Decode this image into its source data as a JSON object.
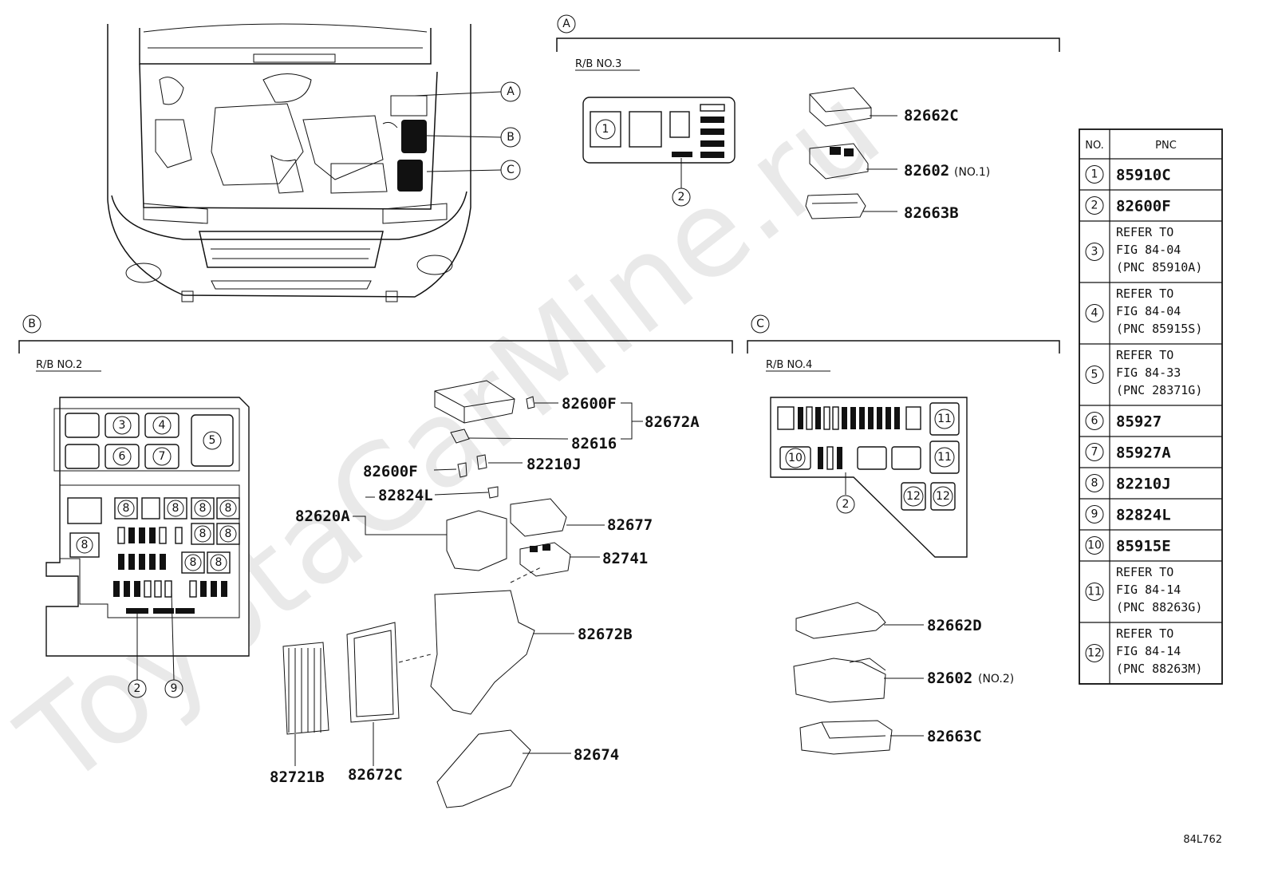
{
  "watermark": "ToyotaCarMine.ru",
  "figure_code": "84L762",
  "callouts": {
    "a": "A",
    "b": "B",
    "c": "C"
  },
  "sections": {
    "a": {
      "title": "R/B NO.3"
    },
    "b": {
      "title": "R/B NO.2"
    },
    "c": {
      "title": "R/B NO.4"
    }
  },
  "parts_a": {
    "p1": "82662C",
    "p2": "82602",
    "p2_note": "(NO.1)",
    "p3": "82663B"
  },
  "parts_b": {
    "p82600f_top": "82600F",
    "p82672a": "82672A",
    "p82616": "82616",
    "p82600f_mid": "82600F",
    "p82210j": "82210J",
    "p82824l": "82824L",
    "p82620a": "82620A",
    "p82677": "82677",
    "p82741": "82741",
    "p82672b": "82672B",
    "p82674": "82674",
    "p82721b": "82721B",
    "p82672c": "82672C"
  },
  "parts_c": {
    "p1": "82662D",
    "p2": "82602",
    "p2_note": "(NO.2)",
    "p3": "82663C"
  },
  "circle_nums": [
    "1",
    "2",
    "3",
    "4",
    "5",
    "6",
    "7",
    "8",
    "9",
    "10",
    "11",
    "12"
  ],
  "table": {
    "header_no": "NO.",
    "header_pnc": "PNC",
    "rows": [
      {
        "no": "1",
        "lines": [
          "85910C"
        ]
      },
      {
        "no": "2",
        "lines": [
          "82600F"
        ]
      },
      {
        "no": "3",
        "lines": [
          "REFER TO",
          "FIG 84-04",
          "(PNC 85910A)"
        ]
      },
      {
        "no": "4",
        "lines": [
          "REFER TO",
          "FIG 84-04",
          "(PNC 85915S)"
        ]
      },
      {
        "no": "5",
        "lines": [
          "REFER TO",
          "FIG 84-33",
          "(PNC 28371G)"
        ]
      },
      {
        "no": "6",
        "lines": [
          "85927"
        ]
      },
      {
        "no": "7",
        "lines": [
          "85927A"
        ]
      },
      {
        "no": "8",
        "lines": [
          "82210J"
        ]
      },
      {
        "no": "9",
        "lines": [
          "82824L"
        ]
      },
      {
        "no": "10",
        "lines": [
          "85915E"
        ]
      },
      {
        "no": "11",
        "lines": [
          "REFER TO",
          "FIG 84-14",
          "(PNC 88263G)"
        ]
      },
      {
        "no": "12",
        "lines": [
          "REFER TO",
          "FIG 84-14",
          "(PNC 88263M)"
        ]
      }
    ]
  }
}
